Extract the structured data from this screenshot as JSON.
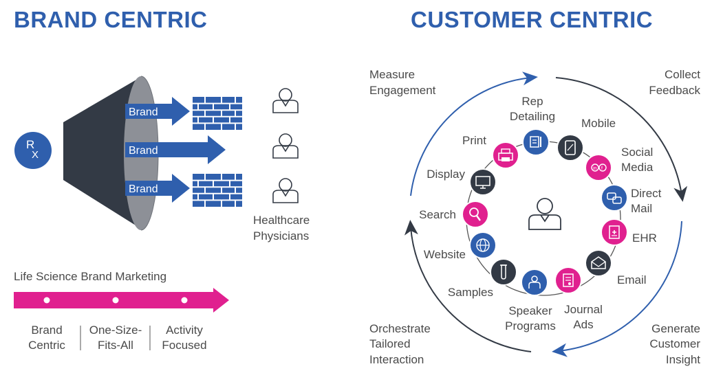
{
  "left": {
    "title": "BRAND CENTRIC",
    "rx_symbol": [
      "R",
      "X"
    ],
    "arrows": [
      "Brand",
      "Brand",
      "Brand"
    ],
    "audience_label": [
      "Healthcare",
      "Physicians"
    ],
    "timeline_title": "Life Science Brand Marketing",
    "timeline_stages": [
      [
        "Brand",
        "Centric"
      ],
      [
        "One-Size-",
        "Fits-All"
      ],
      [
        "Activity",
        "Focused"
      ]
    ]
  },
  "right": {
    "title": "CUSTOMER CENTRIC",
    "outer_labels": {
      "measure": [
        "Measure",
        "Engagement"
      ],
      "collect": [
        "Collect",
        "Feedback"
      ],
      "generate": [
        "Generate",
        "Customer",
        "Insight"
      ],
      "orchestrate": [
        "Orchestrate",
        "Tailored",
        "Interaction"
      ]
    },
    "channels": [
      {
        "label": [
          "Rep",
          "Detailing"
        ],
        "icon": "rep-detailing-icon",
        "color": "#2f5fad"
      },
      {
        "label": [
          "Mobile"
        ],
        "icon": "mobile-icon",
        "color": "#333a45"
      },
      {
        "label": [
          "Social",
          "Media"
        ],
        "icon": "social-media-icon",
        "color": "#e0208f"
      },
      {
        "label": [
          "Direct",
          "Mail"
        ],
        "icon": "direct-mail-icon",
        "color": "#2f5fad"
      },
      {
        "label": [
          "EHR"
        ],
        "icon": "ehr-icon",
        "color": "#e0208f"
      },
      {
        "label": [
          "Email"
        ],
        "icon": "email-icon",
        "color": "#333a45"
      },
      {
        "label": [
          "Journal",
          "Ads"
        ],
        "icon": "journal-ads-icon",
        "color": "#e0208f"
      },
      {
        "label": [
          "Speaker",
          "Programs"
        ],
        "icon": "speaker-programs-icon",
        "color": "#2f5fad"
      },
      {
        "label": [
          "Samples"
        ],
        "icon": "samples-icon",
        "color": "#333a45"
      },
      {
        "label": [
          "Website"
        ],
        "icon": "website-icon",
        "color": "#2f5fad"
      },
      {
        "label": [
          "Search"
        ],
        "icon": "search-icon",
        "color": "#e0208f"
      },
      {
        "label": [
          "Display"
        ],
        "icon": "display-icon",
        "color": "#333a45"
      },
      {
        "label": [
          "Print"
        ],
        "icon": "print-icon",
        "color": "#e0208f"
      }
    ]
  },
  "colors": {
    "blue": "#2f5fad",
    "navy": "#333a45",
    "magenta": "#e0208f"
  }
}
